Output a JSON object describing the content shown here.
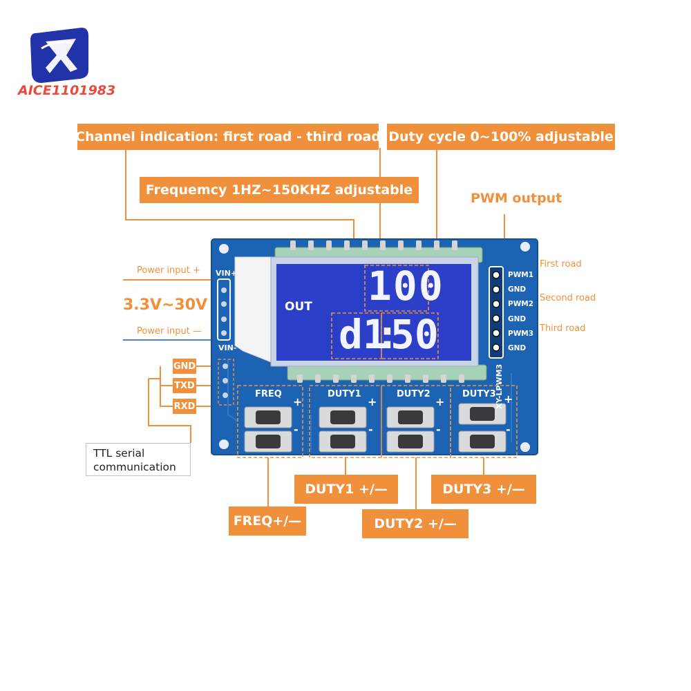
{
  "brand": {
    "logo_text": "AICE1101983"
  },
  "callouts": {
    "channel": "Channel indication: first road - third road",
    "duty_cycle": "Duty cycle 0~100% adjustable",
    "frequency": "Frequemcy 1HZ~150KHZ adjustable",
    "duty1": "DUTY1 +/—",
    "duty3": "DUTY3 +/—",
    "freq": "FREQ+/—",
    "duty2": "DUTY2 +/—",
    "gnd": "GND",
    "txd": "TXD",
    "rxd": "RXD"
  },
  "labels": {
    "pwm_output": "PWM output",
    "first_road": "First road",
    "second_road": "Second road",
    "third_road": "Third road",
    "power_in_plus": "Power input +",
    "power_in_minus": "Power input —",
    "voltage": "3.3V~30V",
    "ttl_line1": "TTL serial",
    "ttl_line2": "communication"
  },
  "board": {
    "vin_plus": "VIN+",
    "vin_minus": "VIN-",
    "lcd_out": "OUT",
    "lcd_top_digits": "100",
    "lcd_channel": "d1",
    "lcd_value": "50",
    "pins": [
      "PWM1",
      "GND",
      "PWM2",
      "GND",
      "PWM3",
      "GND"
    ],
    "freq": "FREQ",
    "duty1": "DUTY1",
    "duty2": "DUTY2",
    "duty3": "DUTY3",
    "model": "XY-LPWM3",
    "plus": "+",
    "minus": "-"
  },
  "colors": {
    "accent": "#f0903a",
    "pcb": "#1d63b3",
    "lcd": "#2b3fc8",
    "logo": "#2233aa",
    "logo_text": "#e94a3c"
  }
}
